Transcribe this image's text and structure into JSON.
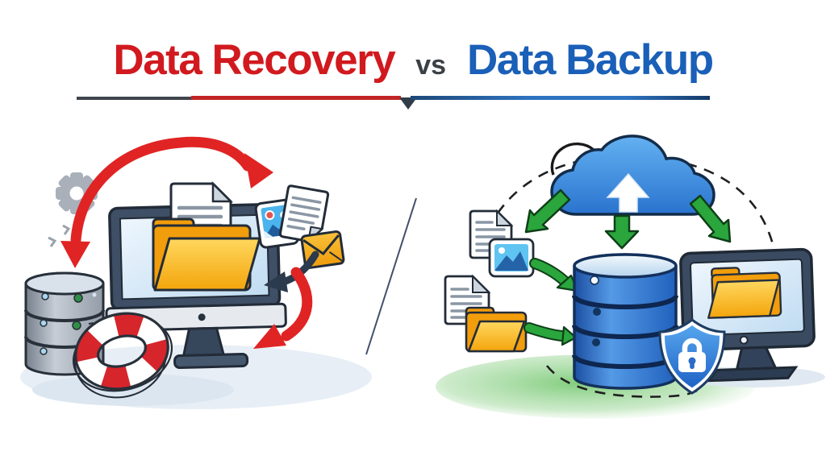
{
  "header": {
    "title_left": "Data Recovery",
    "vs_label": "vs",
    "title_right": "Data Backup"
  },
  "theme": {
    "recovery_red": "#d11a1f",
    "backup_blue": "#1a5fb8",
    "vs_gray": "#3a4046",
    "divider_dark": "#3f454c",
    "divider_red": "#c32525",
    "divider_blue": "#2e72c0",
    "arrow_red": "#e02424",
    "arrow_green": "#2aa63c",
    "arrow_dark": "#2c3a4d",
    "database_gray": "#9aa3ae",
    "database_blue": "#2e6fce",
    "folder_yellow": "#f7ab10",
    "cloud_blue": "#3f8edd",
    "shield_blue": "#3d8fe0",
    "monitor_frame": "#3e4f66",
    "screen_blue": "#cfe4f7",
    "lifebuoy_red": "#d6252b",
    "ground_left": "#e7eef5",
    "ground_right_green": "#6cc467"
  },
  "panels": {
    "left": {
      "label": "Data Recovery",
      "icons": [
        "gear-icon",
        "recovery-arc-arrow-icon",
        "monitor-icon",
        "screen-folder-icon",
        "document-file-icon",
        "image-file-icon",
        "email-icon",
        "dark-transfer-arrow-icon",
        "recovery-return-arrow-icon",
        "server-database-icon",
        "lifebuoy-icon"
      ]
    },
    "right": {
      "label": "Data Backup",
      "icons": [
        "cloud-icon",
        "upload-arrow-icon",
        "backup-down-arrow-icons",
        "dashed-sync-path",
        "document-file-icon",
        "image-file-icon",
        "folder-icon",
        "backup-transfer-arrow-icons",
        "database-icon",
        "monitor-icon",
        "shield-lock-icon"
      ]
    }
  }
}
